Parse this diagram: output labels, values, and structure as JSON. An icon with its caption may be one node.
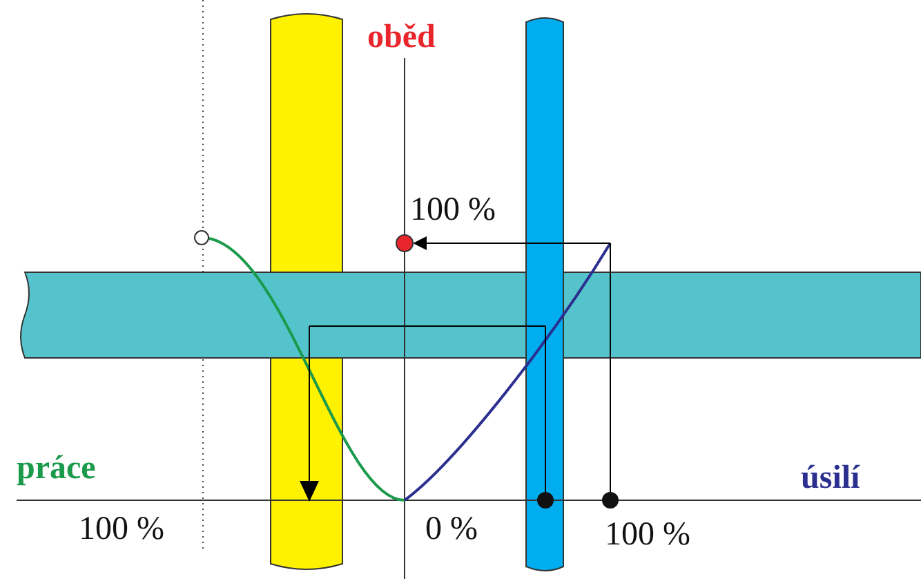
{
  "diagram": {
    "labels": [
      "oběd",
      "100 %",
      "práce",
      "úsilí",
      "100 %",
      "0 %",
      "100 %"
    ]
  }
}
